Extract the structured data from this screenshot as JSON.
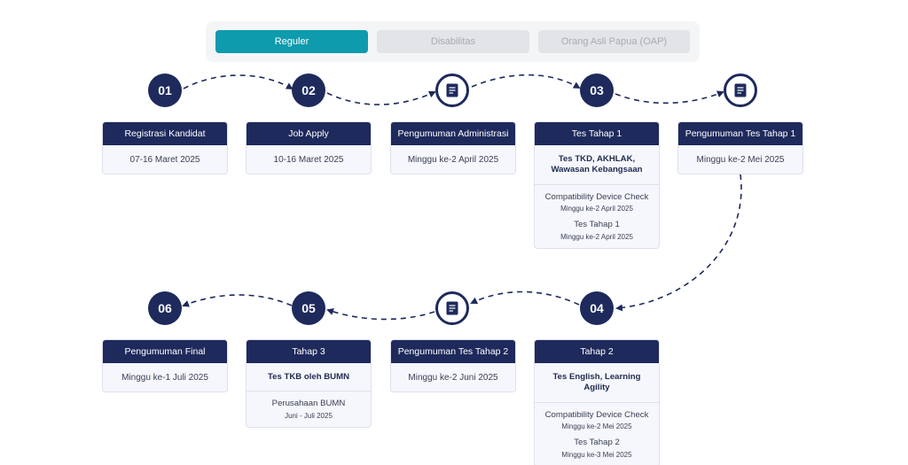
{
  "tabs": [
    {
      "label": "Reguler",
      "active": true
    },
    {
      "label": "Disabilitas",
      "active": false
    },
    {
      "label": "Orang Asli Papua (OAP)",
      "active": false
    }
  ],
  "steps": {
    "s01": {
      "number": "01",
      "title": "Registrasi Kandidat",
      "date": "07-16 Maret 2025"
    },
    "s02": {
      "number": "02",
      "title": "Job Apply",
      "date": "10-16 Maret 2025"
    },
    "pa": {
      "icon": "document-icon",
      "title": "Pengumuman Administrasi",
      "date": "Minggu ke-2 April 2025"
    },
    "s03": {
      "number": "03",
      "title": "Tes Tahap 1",
      "heading": "Tes TKD, AKHLAK, Wawasan Kebangsaan",
      "items": [
        {
          "title": "Compatibility Device Check",
          "date": "Minggu ke-2 April 2025"
        },
        {
          "title": "Tes Tahap 1",
          "date": "Minggu ke-2 April 2025"
        }
      ]
    },
    "pt1": {
      "icon": "document-icon",
      "title": "Pengumuman Tes Tahap 1",
      "date": "Minggu ke-2 Mei 2025"
    },
    "s06": {
      "number": "06",
      "title": "Pengumuman Final",
      "date": "Minggu ke-1 Juli 2025"
    },
    "s05": {
      "number": "05",
      "title": "Tahap 3",
      "heading": "Tes TKB oleh BUMN",
      "items": [
        {
          "title": "Perusahaan BUMN",
          "date": "Juni - Juli 2025"
        }
      ]
    },
    "pt2": {
      "icon": "document-icon",
      "title": "Pengumuman Tes Tahap 2",
      "date": "Minggu ke-2 Juni 2025"
    },
    "s04": {
      "number": "04",
      "title": "Tahap 2",
      "heading": "Tes English, Learning Agility",
      "items": [
        {
          "title": "Compatibility Device Check",
          "date": "Minggu ke-2 Mei 2025"
        },
        {
          "title": "Tes Tahap 2",
          "date": "Minggu ke-3 Mei 2025"
        }
      ]
    }
  },
  "colors": {
    "accent": "#0e9bad",
    "navy": "#1e2a5c",
    "card_bg": "#f6f7fc"
  }
}
